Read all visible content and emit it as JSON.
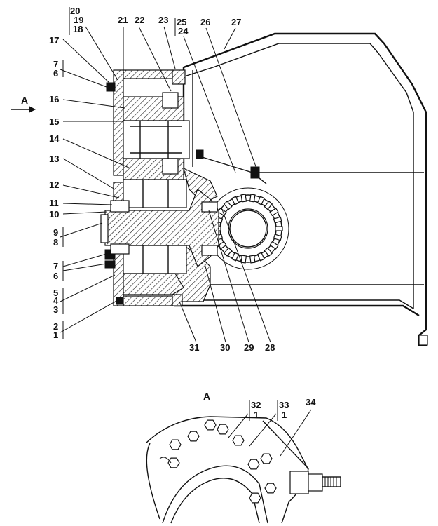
{
  "diagram": {
    "view_marker": "A",
    "detail_title": "A",
    "callouts": {
      "c20": "20",
      "c19": "19",
      "c18": "18",
      "c21": "21",
      "c22": "22",
      "c23": "23",
      "c25": "25",
      "c24": "24",
      "c26": "26",
      "c27": "27",
      "c17": "17",
      "c7a": "7",
      "c6a": "6",
      "c16": "16",
      "c15": "15",
      "c14": "14",
      "c13": "13",
      "c12": "12",
      "c11": "11",
      "c10": "10",
      "c9": "9",
      "c8": "8",
      "c7b": "7",
      "c6b": "6",
      "c5": "5",
      "c4": "4",
      "c3": "3",
      "c2": "2",
      "c1": "1",
      "c31": "31",
      "c30": "30",
      "c29": "29",
      "c28": "28",
      "c32": "32",
      "c32s": "1",
      "c33": "33",
      "c33s": "1",
      "c34": "34"
    }
  }
}
